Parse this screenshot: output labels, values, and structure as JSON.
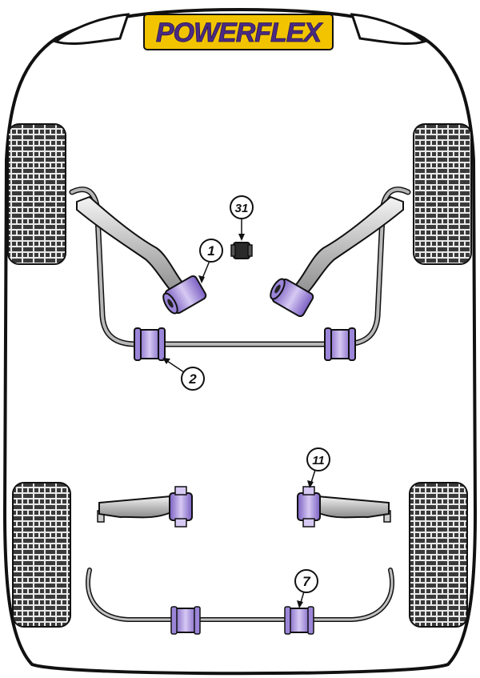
{
  "brand": {
    "logo_text": "POWERFLEX",
    "logo_bg": "#f2c400",
    "logo_text_color": "#4a2b83"
  },
  "colors": {
    "outline": "#111111",
    "bushing_fill": "#b9a6e6",
    "bushing_dark": "#6a4fb0",
    "tyre_fill": "#8a8a8a",
    "metal_fill": "#cfcfcf"
  },
  "callouts": [
    {
      "id": "c1",
      "label": "1"
    },
    {
      "id": "c2",
      "label": "2"
    },
    {
      "id": "c31",
      "label": "31"
    },
    {
      "id": "c11",
      "label": "11"
    },
    {
      "id": "c7",
      "label": "7"
    }
  ]
}
